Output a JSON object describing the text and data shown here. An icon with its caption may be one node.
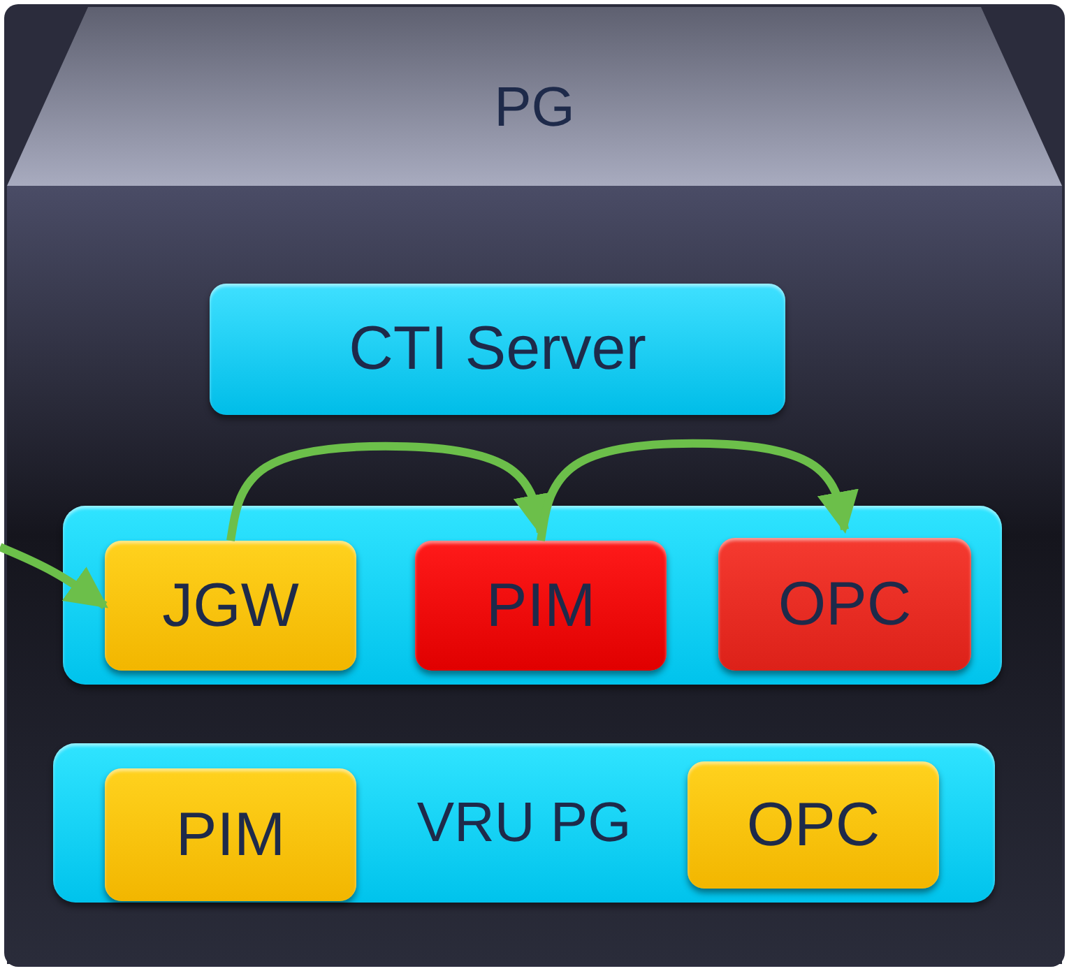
{
  "diagram": {
    "nodes": [
      {
        "text": [
          "PG"
        ]
      },
      {
        "text": [
          "CTI Server"
        ],
        "in": 0
      },
      {
        "text": [],
        "shape": "box",
        "in": 0
      },
      {
        "text": [
          "JGW"
        ],
        "in": 2
      },
      {
        "text": [
          "PIM"
        ],
        "in": 2
      },
      {
        "text": [
          "OPC"
        ],
        "in": 2
      },
      {
        "text": [
          "VRU PG"
        ],
        "in": 0
      },
      {
        "text": [
          "PIM"
        ],
        "in": 6
      },
      {
        "text": [
          "OPC"
        ],
        "in": 6
      }
    ],
    "edges": [
      {
        "from": null,
        "to": 3,
        "arrow": "to"
      },
      {
        "from": 3,
        "to": 4,
        "arrow": "to"
      },
      {
        "from": 4,
        "to": 5,
        "arrow": "to"
      }
    ]
  }
}
